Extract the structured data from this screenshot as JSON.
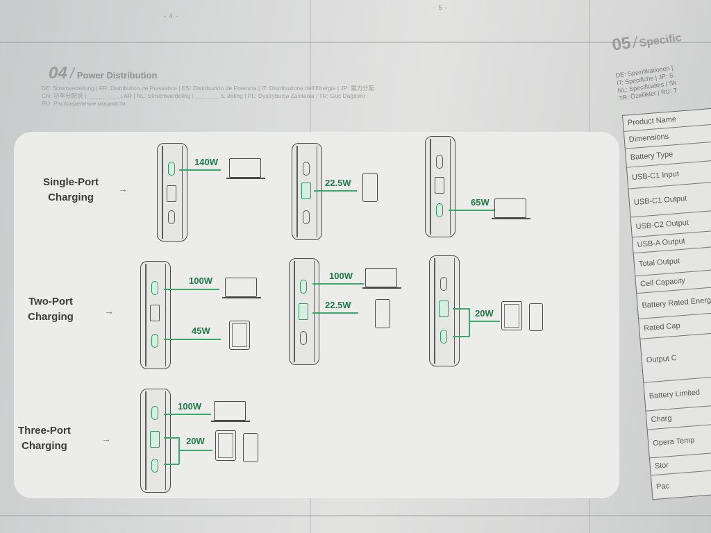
{
  "page_numbers": {
    "left": "- 4 -",
    "right": "- 5 -"
  },
  "section": {
    "number": "04",
    "title": "Power Distribution",
    "languages": [
      "DE: Stromverteilung | FR: Distribution de Puissance | ES: Distribución de Potencia | IT: Distribuzione dell'Energia | JP: 電力分配",
      "CN: 功率分配说 | ＿＿＿ ＿＿ | AR | NL: Stroomverdeling | ＿＿＿＿ 5. deling | PL: Dystrybucja Zasilania | TR: Güç Dağıtımı",
      "RU: Распределение мощности"
    ]
  },
  "groups": [
    {
      "label": "Single-Port\nCharging",
      "arrow": "→"
    },
    {
      "label": "Two-Port\nCharging",
      "arrow": "→"
    },
    {
      "label": "Three-Port\nCharging",
      "arrow": "→"
    }
  ],
  "diagrams": {
    "single_1": {
      "watts": [
        "140W"
      ],
      "active_ports": [
        "usb-c1"
      ],
      "devices": [
        "laptop-icon"
      ]
    },
    "single_2": {
      "watts": [
        "22.5W"
      ],
      "active_ports": [
        "usb-a"
      ],
      "devices": [
        "phone-icon"
      ]
    },
    "single_3": {
      "watts": [
        "65W"
      ],
      "active_ports": [
        "usb-c2"
      ],
      "devices": [
        "laptop-icon"
      ]
    },
    "two_1": {
      "watts": [
        "100W",
        "45W"
      ],
      "active_ports": [
        "usb-c1",
        "usb-c2"
      ],
      "devices": [
        "laptop-icon",
        "tablet-icon"
      ]
    },
    "two_2": {
      "watts": [
        "100W",
        "22.5W"
      ],
      "active_ports": [
        "usb-c1",
        "usb-a"
      ],
      "devices": [
        "laptop-icon",
        "phone-icon"
      ]
    },
    "two_3": {
      "watts": [
        "20W"
      ],
      "active_ports": [
        "usb-a",
        "usb-c2"
      ],
      "devices": [
        "tablet-icon",
        "phone-icon"
      ]
    },
    "three_1": {
      "watts": [
        "100W",
        "20W"
      ],
      "active_ports": [
        "usb-c1",
        "usb-a",
        "usb-c2"
      ],
      "devices": [
        "laptop-icon",
        "tablet-icon",
        "phone-icon"
      ]
    }
  },
  "spec": {
    "number": "05",
    "title": "Specific",
    "languages": [
      "DE: Spezifikationen |",
      "IT: Specifiche | JP: S",
      "NL: Specificaties | Sk",
      "TR: Özellikler | RU: T"
    ],
    "rows": [
      "Product Name",
      "Dimensions",
      "Battery Type",
      "USB-C1 Input",
      "USB-C1 Output",
      "USB-C2 Output",
      "USB-A Output",
      "Total Output",
      "Cell Capacity",
      "Battery Rated Energy (Ty",
      "Rated Cap",
      "Output C",
      "Battery Limited",
      "Charg",
      "Opera Temp",
      "Stor",
      "Pac"
    ]
  },
  "colors": {
    "accent": "#2a9a58",
    "line": "#4a4a4a",
    "panel": "#ececeb"
  }
}
